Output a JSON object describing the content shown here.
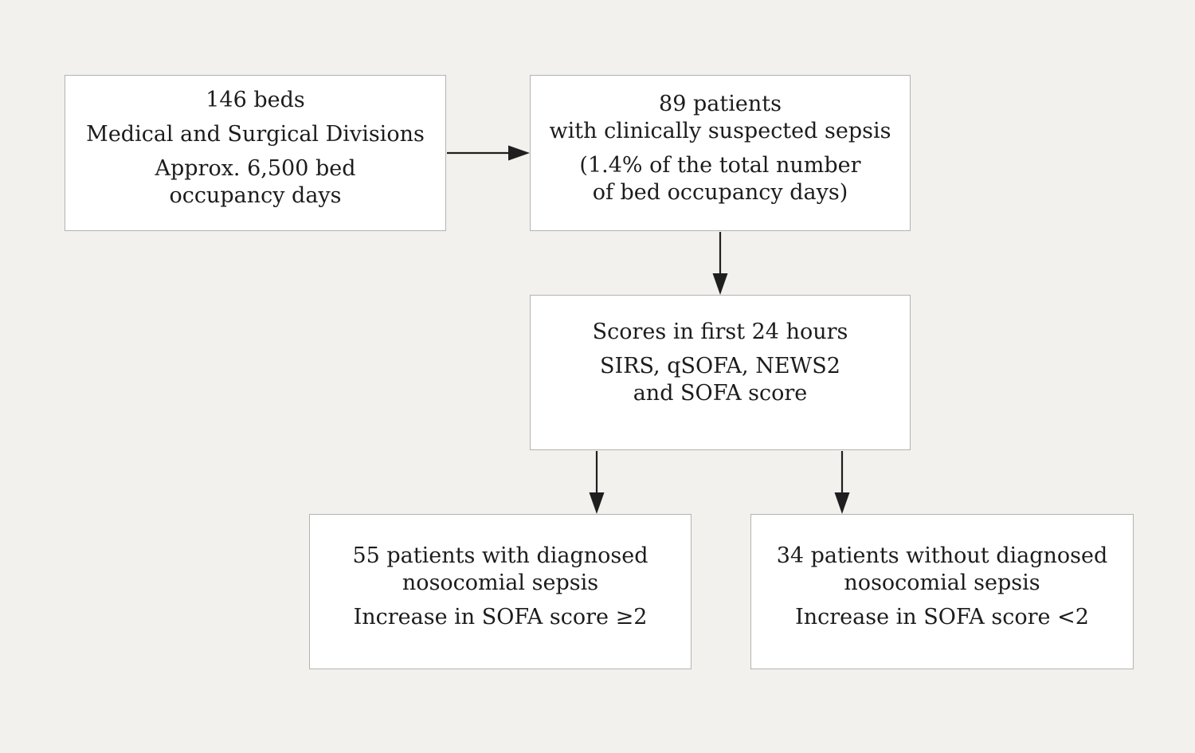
{
  "figure": {
    "type": "flowchart",
    "description": "Patient inclusion flow diagram for nosocomial sepsis study",
    "colors": {
      "background": "#f2f1ee",
      "box_fill": "#ffffff",
      "box_border": "#b5b3b0",
      "text": "#1c1c1c",
      "arrow": "#1f1f1f"
    }
  },
  "flowchart": {
    "boxes": [
      {
        "id": "hospital-capacity",
        "paragraphs": [
          "146 beds",
          "Medical and Surgical Divisions",
          "Approx. 6,500 bed\noccupancy days"
        ]
      },
      {
        "id": "suspected-sepsis",
        "paragraphs": [
          "89 patients\nwith clinically suspected sepsis",
          "(1.4% of the total number\nof bed occupancy days)"
        ]
      },
      {
        "id": "scores-first-24h",
        "paragraphs": [
          "Scores in first 24 hours",
          "SIRS, qSOFA, NEWS2\nand SOFA score"
        ]
      },
      {
        "id": "diagnosed-sepsis",
        "paragraphs": [
          "55 patients with diagnosed\nnosocomial sepsis",
          "Increase in SOFA score ≥2"
        ]
      },
      {
        "id": "no-diagnosed-sepsis",
        "paragraphs": [
          "34 patients without diagnosed\nnosocomial sepsis",
          "Increase in SOFA score <2"
        ]
      }
    ],
    "arrows": [
      {
        "from": "hospital-capacity",
        "to": "suspected-sepsis",
        "direction": "right"
      },
      {
        "from": "suspected-sepsis",
        "to": "scores-first-24h",
        "direction": "down"
      },
      {
        "from": "scores-first-24h",
        "to": "diagnosed-sepsis",
        "direction": "down"
      },
      {
        "from": "scores-first-24h",
        "to": "no-diagnosed-sepsis",
        "direction": "down"
      }
    ]
  }
}
